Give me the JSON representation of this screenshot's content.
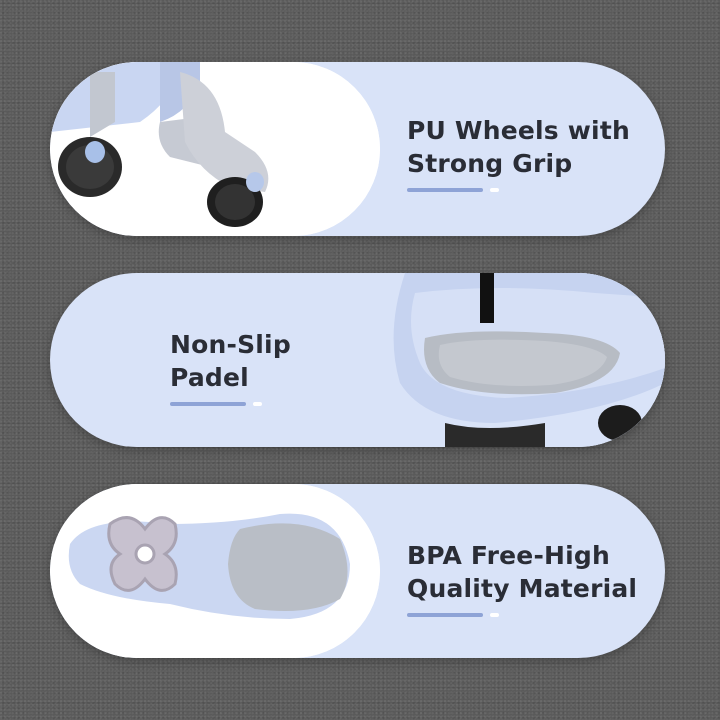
{
  "features": [
    {
      "title_line1": "PU Wheels with",
      "title_line2": "Strong Grip",
      "image": "wheel-closeup-photo"
    },
    {
      "title_line1": "Non-Slip",
      "title_line2": "Padel",
      "image": "footpad-closeup-photo"
    },
    {
      "title_line1": "BPA Free-High",
      "title_line2": "Quality Material",
      "image": "car-body-photo"
    }
  ],
  "colors": {
    "card": "#d9e3f8",
    "accent": "#8ea3d6",
    "text": "#2a2d36",
    "background": "#5a5a5a"
  }
}
